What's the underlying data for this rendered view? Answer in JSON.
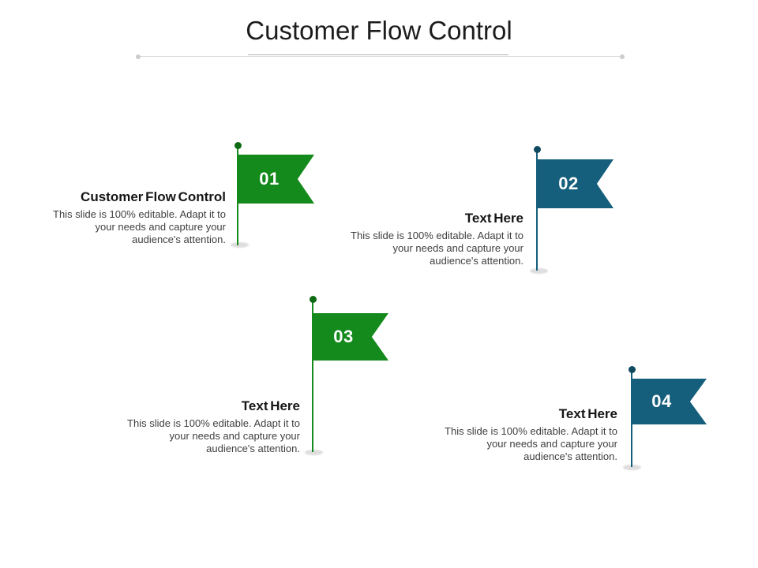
{
  "title": "Customer Flow Control",
  "colors": {
    "green": "#148a1c",
    "green_dark": "#0e6b14",
    "teal": "#155f7c",
    "teal_dark": "#0f4a61",
    "number_text": "#ffffff",
    "heading_text": "#161616",
    "body_text": "#3f3f3f",
    "divider_light": "#d9d9d9",
    "divider_dark": "#b3b3b3",
    "pole_shadow": "#dedede"
  },
  "items": [
    {
      "number": "01",
      "heading": "Customer Flow Control",
      "body": "This slide is 100% editable. Adapt it to your needs and capture your audience's attention.",
      "accent": "green"
    },
    {
      "number": "02",
      "heading": "Text Here",
      "body": "This slide is 100% editable. Adapt it to your needs and capture your audience's attention.",
      "accent": "teal"
    },
    {
      "number": "03",
      "heading": "Text Here",
      "body": "This slide is 100% editable. Adapt it to your needs and capture your audience's attention.",
      "accent": "green"
    },
    {
      "number": "04",
      "heading": "Text Here",
      "body": "This slide is 100% editable. Adapt it to your needs and capture your audience's attention.",
      "accent": "teal"
    }
  ]
}
